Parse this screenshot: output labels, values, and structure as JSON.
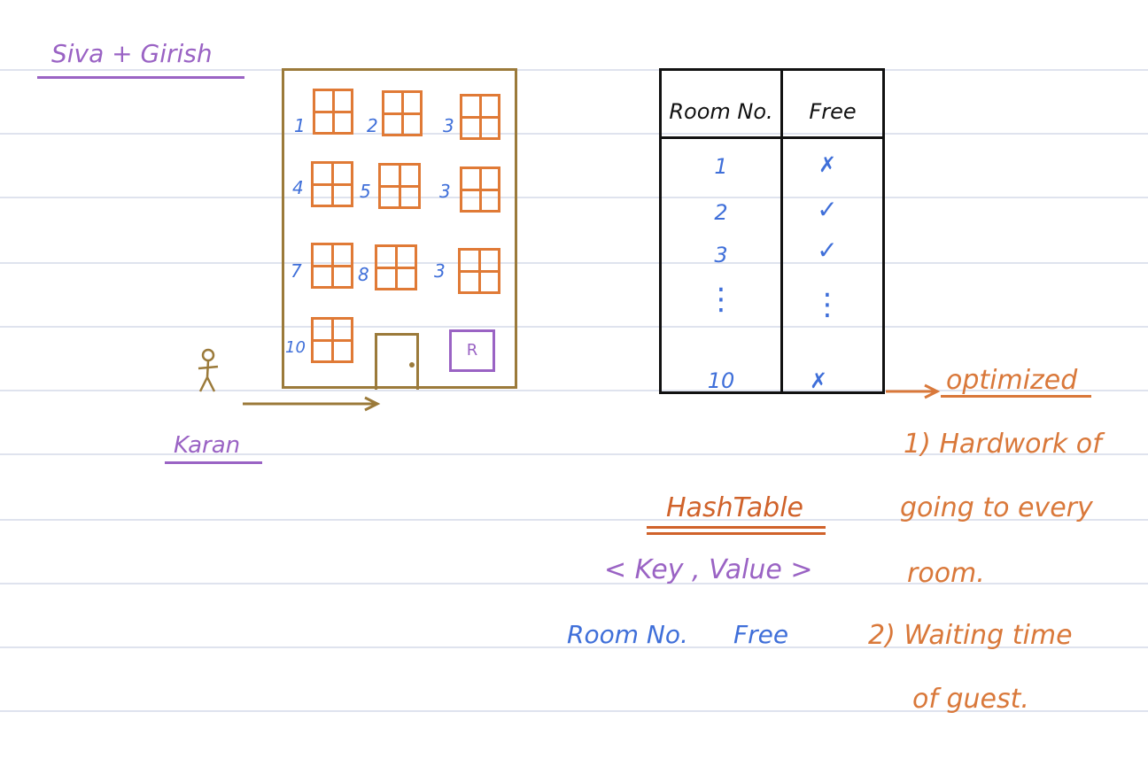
{
  "labels": {
    "top_names": "Siva + Girish",
    "person": "Karan",
    "reception": "R",
    "optimized": "optimized",
    "hash_table": "HashTable",
    "key_value": "< Key , Value >",
    "key_example": "Room No.",
    "value_example": "Free"
  },
  "building": {
    "rooms": [
      "1",
      "2",
      "3",
      "4",
      "5",
      "3",
      "7",
      "8",
      "3",
      "10"
    ]
  },
  "table": {
    "headers": [
      "Room No.",
      "Free"
    ],
    "rows": [
      [
        "1",
        "✗"
      ],
      [
        "2",
        "✓"
      ],
      [
        "3",
        "✓"
      ],
      [
        "⋮",
        "⋮"
      ],
      [
        "10",
        "✗"
      ]
    ]
  },
  "notes": {
    "point1_line1": "1) Hardwork of",
    "point1_line2": "going to every",
    "point1_line3": "room.",
    "point2_line1": "2) Waiting time",
    "point2_line2": "of guest."
  },
  "colors": {
    "purple": "#9a63c4",
    "blue": "#3f6fd9",
    "orange": "#d9783a",
    "building": "#9b7a3a"
  }
}
